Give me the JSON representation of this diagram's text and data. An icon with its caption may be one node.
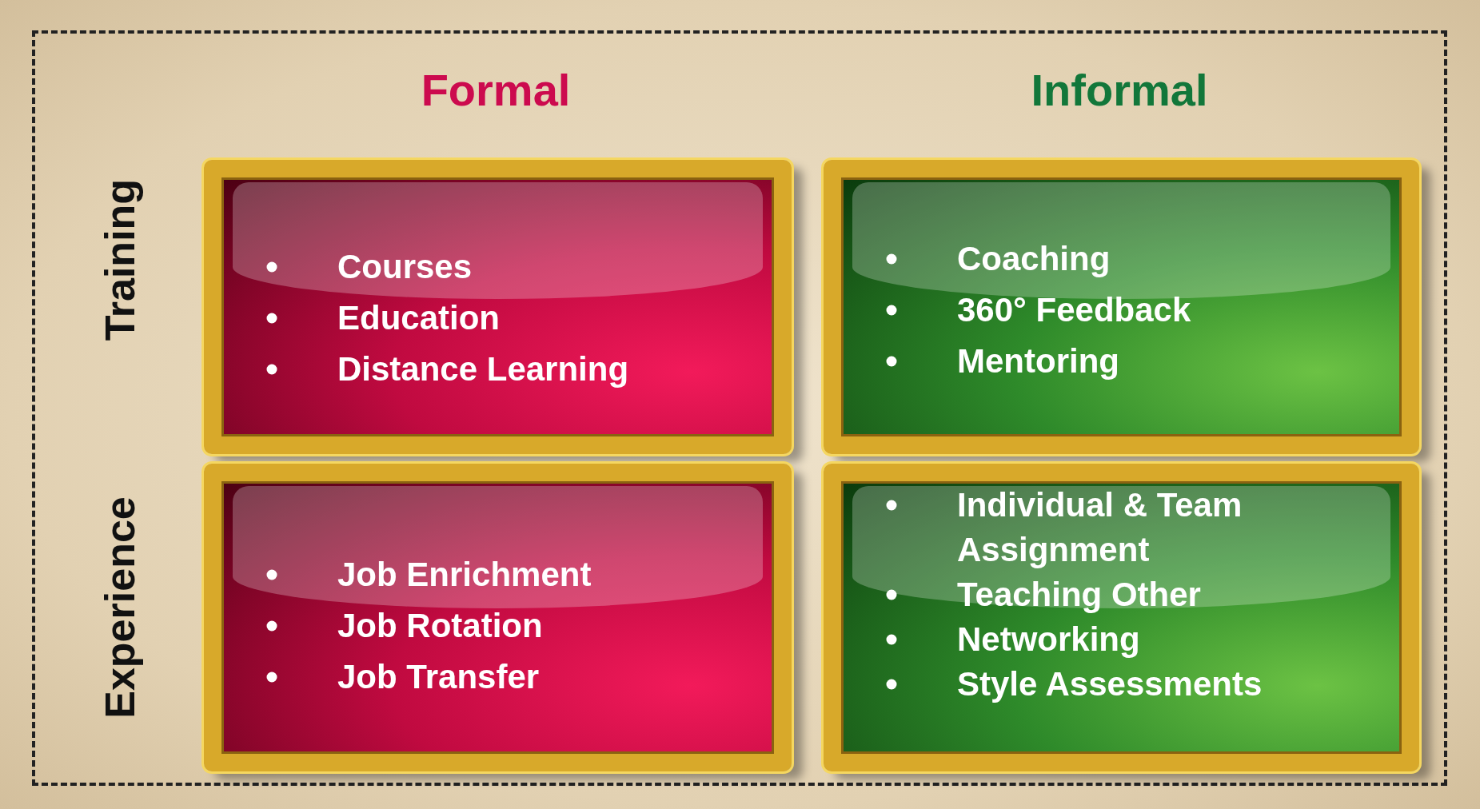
{
  "diagram": {
    "nodes": [
      {
        "text": [
          "Courses",
          "Education",
          "Distance Learning"
        ]
      },
      {
        "text": [
          "Coaching",
          "360° Feedback",
          "Mentoring"
        ]
      },
      {
        "text": [
          "Job Enrichment",
          "Job Rotation",
          "Job Transfer"
        ]
      },
      {
        "text": [
          "Individual & Team Assignment",
          "Teaching Other",
          "Networking",
          "Style Assessments"
        ]
      }
    ],
    "labels": [
      "Formal",
      "Informal",
      "Training",
      "Experience"
    ]
  }
}
